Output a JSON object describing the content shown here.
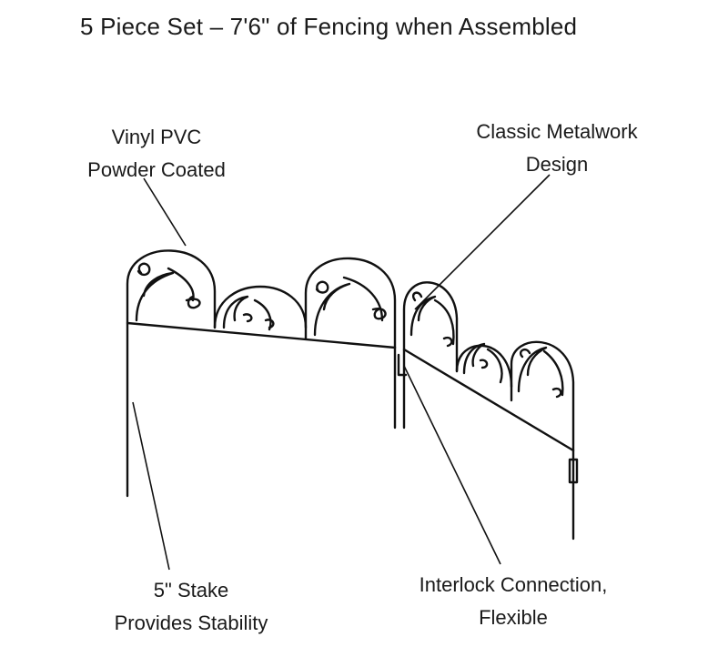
{
  "title": "5 Piece Set – 7'6\" of Fencing when Assembled",
  "callouts": {
    "vinyl": {
      "line1": "Vinyl PVC",
      "line2": "Powder Coated"
    },
    "classic": {
      "line1": "Classic Metalwork",
      "line2": "Design"
    },
    "stake": {
      "line1": "5\" Stake",
      "line2": "Provides Stability"
    },
    "interlock": {
      "line1": "Interlock Connection,",
      "line2": "Flexible"
    }
  },
  "colors": {
    "ink": "#111111",
    "background": "#ffffff"
  }
}
